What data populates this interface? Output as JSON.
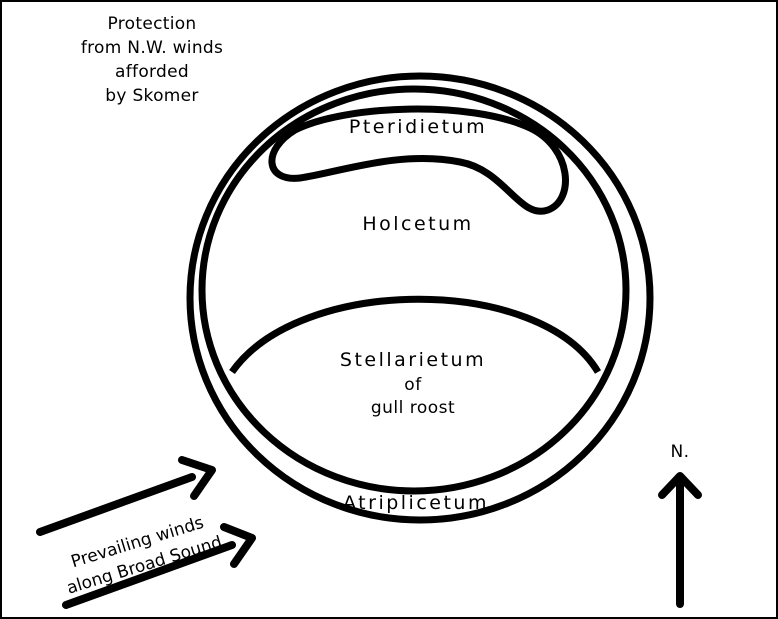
{
  "diagram": {
    "protection_note": {
      "line1": "Protection",
      "line2": "from N.W. winds",
      "line3": "afforded",
      "line4": "by Skomer"
    },
    "zones": {
      "pteridietum": "Pteridietum",
      "holcetum": "Holcetum",
      "stellarietum_line1": "Stellarietum",
      "stellarietum_line2": "of",
      "stellarietum_line3": "gull roost",
      "atriplicetum": "Atriplicetum"
    },
    "winds_note": {
      "line1": "Prevailing winds",
      "line2": "along Broad Sound"
    },
    "north_label": "N."
  },
  "colors": {
    "ink": "#000000",
    "paper": "#ffffff"
  }
}
